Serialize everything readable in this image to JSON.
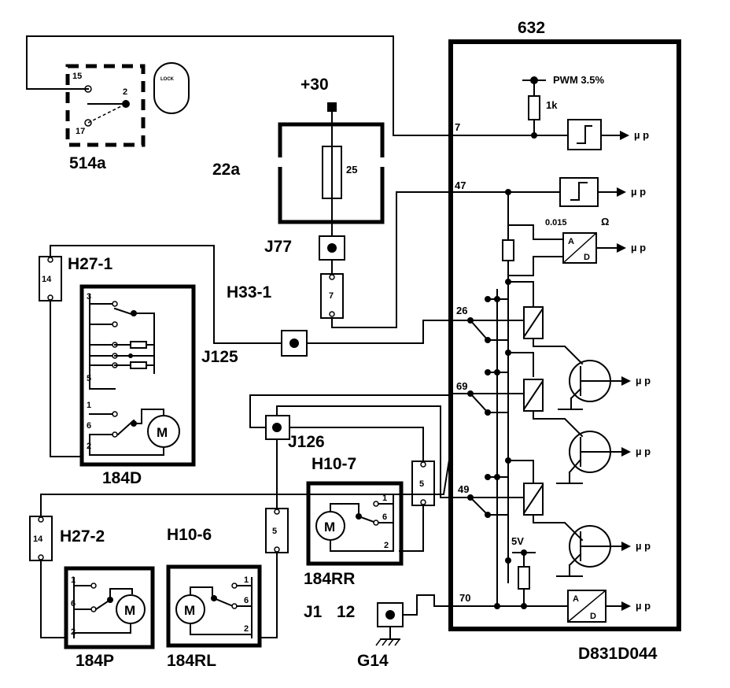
{
  "components": {
    "c632": "632",
    "c514a": "514a",
    "c22a": "22a",
    "plus30": "+30",
    "fuse": "25",
    "j77": "J77",
    "h33": "H33-1",
    "conn7": "7",
    "h27_1": "H27-1",
    "conn14a": "14",
    "j125": "J125",
    "c184d": "184D",
    "j126": "J126",
    "h10_7": "H10-7",
    "conn5a": "5",
    "conn5b": "5",
    "c184rr": "184RR",
    "h27_2": "H27-2",
    "conn14b": "14",
    "h10_6": "H10-6",
    "c184p": "184P",
    "c184rl": "184RL",
    "j1": "J1",
    "j1_12": "12",
    "g14": "G14",
    "doc_code": "D831D044",
    "lock": "LOCK",
    "motor": "M",
    "ground_sym": "≡"
  },
  "switch_pins": {
    "p15": "15",
    "p2": "2",
    "p17": "17"
  },
  "pins": {
    "p1": "1",
    "p2": "2",
    "p3": "3",
    "p5": "5",
    "p6": "6"
  },
  "module": {
    "pwm": "PWM 3.5%",
    "r1k": "1k",
    "shunt": "0.015",
    "ohm": "Ω",
    "v5": "5V",
    "mu_p": "µ p",
    "adA": "A",
    "adD": "D",
    "pin7": "7",
    "pin47": "47",
    "pin26": "26",
    "pin69": "69",
    "pin49": "49",
    "pin70": "70"
  }
}
